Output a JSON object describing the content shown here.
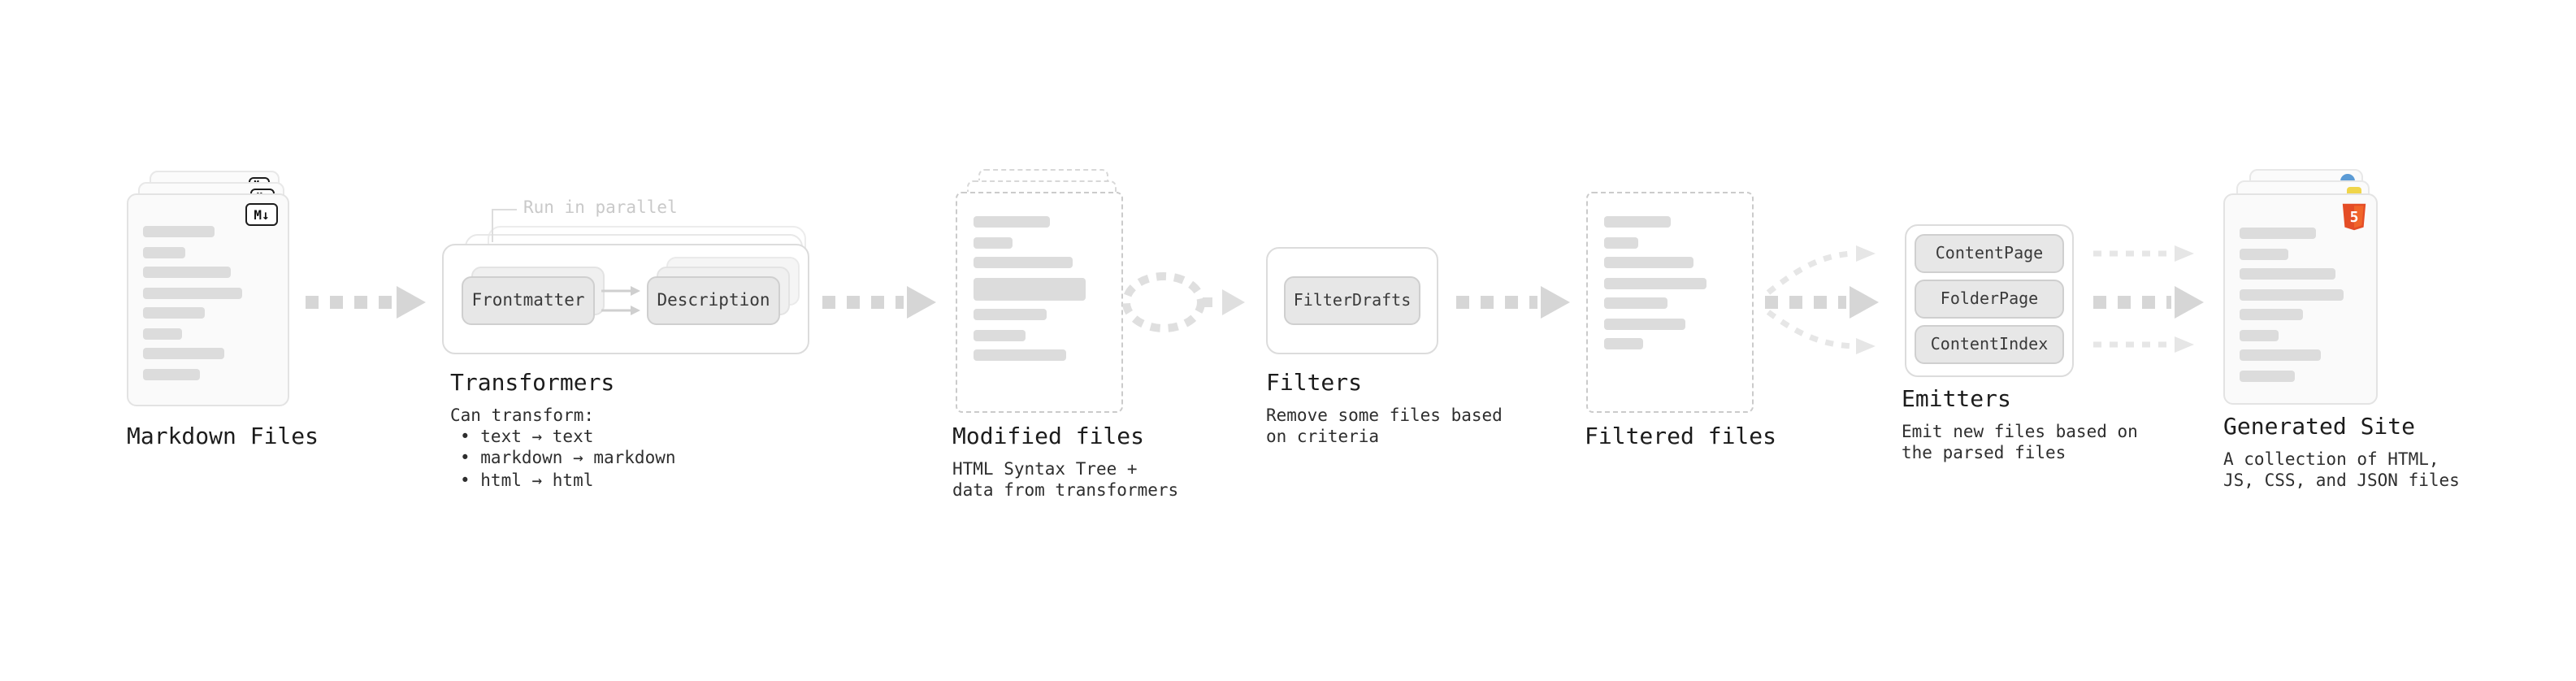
{
  "markdown_files": {
    "title": "Markdown Files",
    "badge": "M↓"
  },
  "transformers": {
    "note": "Run in parallel",
    "box_frontmatter": "Frontmatter",
    "box_description": "Description",
    "title": "Transformers",
    "desc1": "Can transform:",
    "desc2": "• text → text",
    "desc3": "• markdown → markdown",
    "desc4": "• html → html"
  },
  "modified_files": {
    "title": "Modified files",
    "desc1": "HTML Syntax Tree +",
    "desc2": "data from transformers"
  },
  "filters": {
    "box_filterdrafts": "FilterDrafts",
    "title": "Filters",
    "desc1": "Remove some files based",
    "desc2": "on criteria"
  },
  "filtered_files": {
    "title": "Filtered files"
  },
  "emitters": {
    "box_contentpage": "ContentPage",
    "box_folderpage": "FolderPage",
    "box_contentindex": "ContentIndex",
    "title": "Emitters",
    "desc1": "Emit new files based on",
    "desc2": "the parsed files"
  },
  "generated_site": {
    "title": "Generated Site",
    "desc1": "A collection of HTML,",
    "desc2": "JS, CSS, and JSON files",
    "html5_badge": "5"
  },
  "colors": {
    "arrow_main": "#d6d6d6",
    "arrow_light": "#e6e6e6",
    "card_border": "#e3e3e3",
    "dashed_border": "#cbcbcb",
    "button_bg": "#e7e7e7",
    "skeleton_bar": "#dcdcdc",
    "html5_orange": "#e44d26",
    "js_yellow": "#f0d54a",
    "css_blue": "#5b9bd5"
  }
}
